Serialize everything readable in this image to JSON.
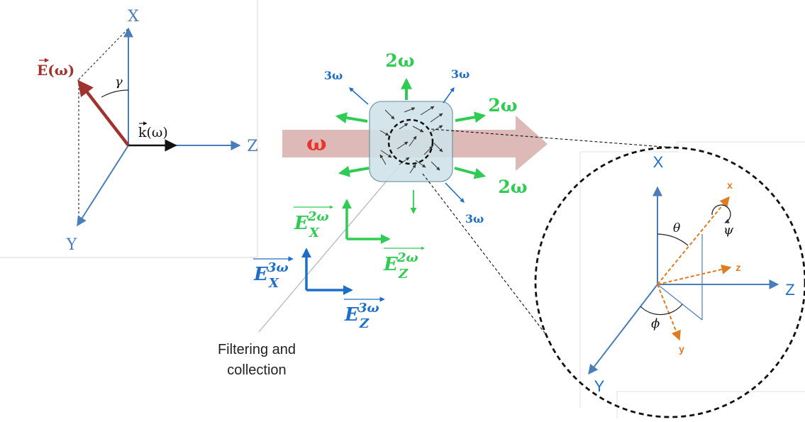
{
  "left_frame": {
    "axis_x": "X",
    "axis_y": "Y",
    "axis_z": "Z",
    "gamma": "γ",
    "e_field": "E(ω)",
    "k_vector": "k(ω)"
  },
  "center": {
    "beam": "ω",
    "harmonic_2w": [
      "2ω",
      "2ω",
      "2ω"
    ],
    "harmonic_3w": [
      "3ω",
      "3ω",
      "3ω"
    ],
    "e2x_base": "E",
    "e2x_sup": "2ω",
    "e2x_sub": "X",
    "e2z_base": "E",
    "e2z_sup": "2ω",
    "e2z_sub": "Z",
    "e3x_base": "E",
    "e3x_sup": "3ω",
    "e3x_sub": "X",
    "e3z_base": "E",
    "e3z_sup": "3ω",
    "e3z_sub": "Z",
    "filter_line1": "Filtering and",
    "filter_line2": "collection"
  },
  "zoom": {
    "axis_x": "X",
    "axis_y": "Y",
    "axis_z": "Z",
    "mol_x": "x",
    "mol_y": "y",
    "mol_z": "z",
    "theta": "θ",
    "phi": "ϕ",
    "psi": "ψ"
  },
  "colors": {
    "axis_blue": "#4a7ebb",
    "e_field_red": "#a0332e",
    "green": "#2ecc52",
    "dark_blue": "#1e6fc8",
    "orange": "#e07b22",
    "beam": "#d9b3b0",
    "crystal": "#cfe3ea"
  }
}
